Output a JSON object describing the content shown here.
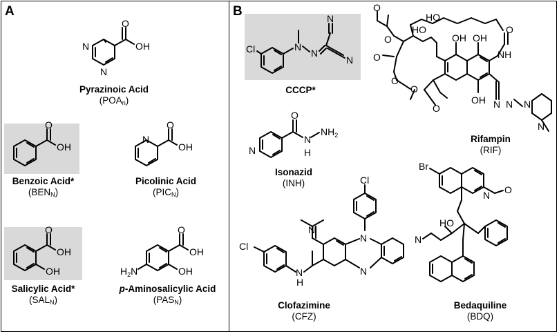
{
  "panels": {
    "a": "A",
    "b": "B"
  },
  "atoms": {
    "N": "N",
    "O": "O",
    "OH": "OH",
    "H": "H",
    "Cl": "Cl",
    "Br": "Br",
    "NH": "NH",
    "NH2": "NH",
    "NH2_sub": "2",
    "H2N": "H",
    "H2N_sub": "2",
    "H2N_tail": "N",
    "HO": "HO"
  },
  "compounds": {
    "poa": {
      "name": "Pyrazinoic Acid",
      "abbr": "POA",
      "sub": "n"
    },
    "ben": {
      "name": "Benzoic Acid*",
      "abbr": "BEN",
      "sub": "N"
    },
    "pic": {
      "name": "Picolinic Acid",
      "abbr": "PIC",
      "sub": "N"
    },
    "sal": {
      "name": "Salicylic Acid*",
      "abbr": "SAL",
      "sub": "N"
    },
    "pas": {
      "prefix": "p",
      "name": "-Aminosalicylic Acid",
      "abbr": "PAS",
      "sub": "N"
    },
    "cccp": {
      "name": "CCCP*"
    },
    "rif": {
      "name": "Rifampin",
      "abbr": "(RIF)"
    },
    "inh": {
      "name": "Isonazid",
      "abbr": "(INH)"
    },
    "cfz": {
      "name": "Clofazimine",
      "abbr": "(CFZ)"
    },
    "bdq": {
      "name": "Bedaquiline",
      "abbr": "(BDQ)"
    }
  },
  "colors": {
    "highlight": "#d9d9d9",
    "stroke": "#000000"
  }
}
